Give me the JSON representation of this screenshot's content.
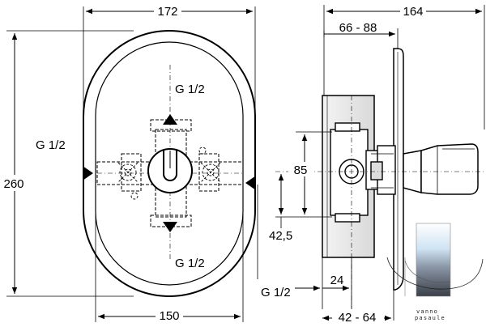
{
  "dimensions": {
    "front_width_top": "172",
    "front_height": "260",
    "front_width_bottom": "150",
    "side_depth_top": "164",
    "side_range_top": "66 - 88",
    "side_offset_85": "85",
    "side_offset_42": "42,5",
    "side_24": "24",
    "side_range_bottom": "42 - 64"
  },
  "connections": {
    "top": "G 1/2",
    "left": "G 1/2",
    "bottom": "G 1/2",
    "right": "G 1/2"
  },
  "logo": {
    "line1": "vanno",
    "line2": "pasaule"
  }
}
